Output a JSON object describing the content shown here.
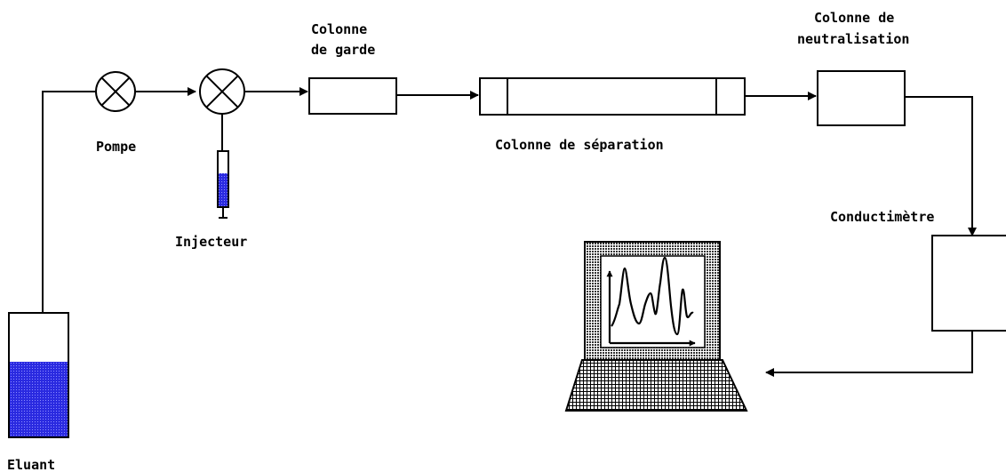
{
  "labels": {
    "eluant": "Eluant",
    "pompe": "Pompe",
    "injecteur": "Injecteur",
    "garde_line1": "Colonne",
    "garde_line2": "de garde",
    "separation": "Colonne de séparation",
    "neutralisation_line1": "Colonne de",
    "neutralisation_line2": "neutralisation",
    "conductimetre": "Conductimètre"
  },
  "colors": {
    "line": "#000000",
    "liquid": "#2020d8",
    "background": "#ffffff"
  }
}
